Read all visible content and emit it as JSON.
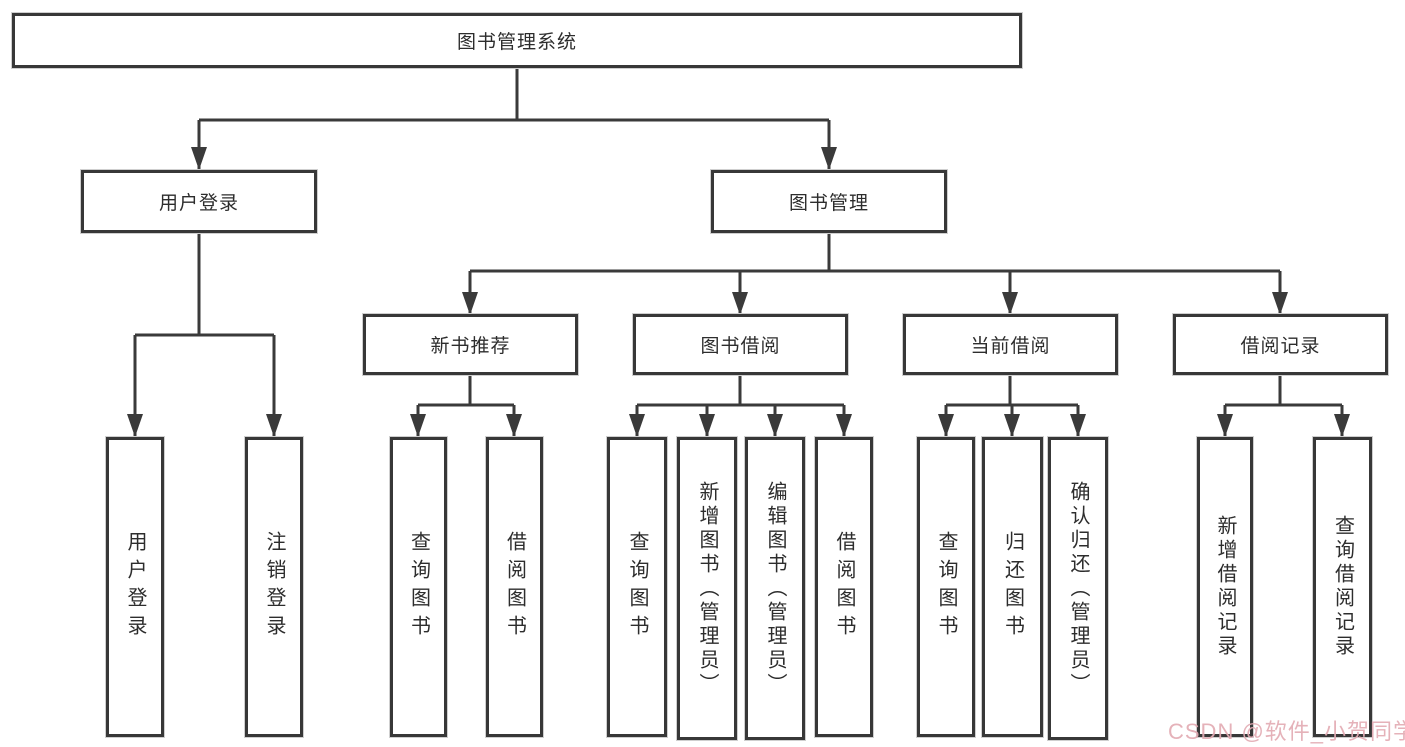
{
  "diagram": {
    "root": {
      "label": "图书管理系统"
    },
    "level2": [
      {
        "label": "用户登录"
      },
      {
        "label": "图书管理"
      }
    ],
    "level3": [
      {
        "label": "新书推荐"
      },
      {
        "label": "图书借阅"
      },
      {
        "label": "当前借阅"
      },
      {
        "label": "借阅记录"
      }
    ],
    "leaves": {
      "user_login": [
        "用户登录",
        "注销登录"
      ],
      "new_books": [
        "查询图书",
        "借阅图书"
      ],
      "book_borrow": [
        "查询图书",
        "新增图书（管理员）",
        "编辑图书（管理员）",
        "借阅图书"
      ],
      "current_borrow": [
        "查询图书",
        "归还图书",
        "确认归还（管理员）"
      ],
      "borrow_records": [
        "新增借阅记录",
        "查询借阅记录"
      ]
    },
    "line_color": "#3a3a3a",
    "box_border_color": "#383838",
    "background_color": "#ffffff"
  },
  "watermark": {
    "text": "CSDN @软件_小贺同学",
    "color": "#e3acb4"
  }
}
